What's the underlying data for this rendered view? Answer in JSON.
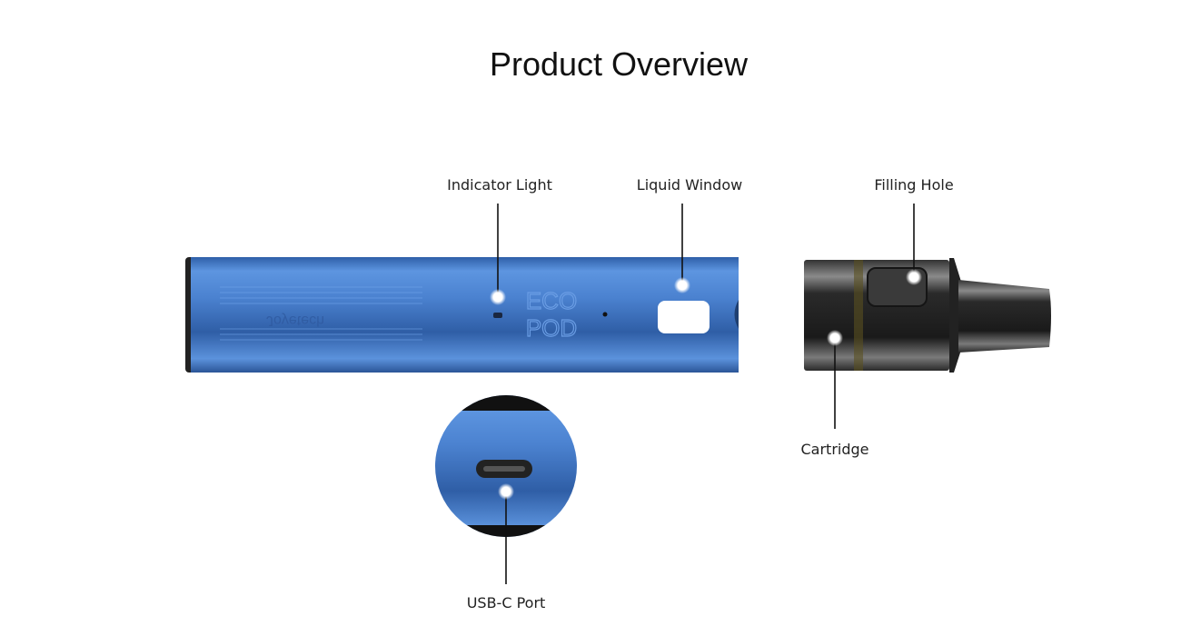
{
  "title": "Product Overview",
  "labels": {
    "indicator_light": "Indicator Light",
    "liquid_window": "Liquid Window",
    "filling_hole": "Filling Hole",
    "cartridge": "Cartridge",
    "usb_c_port": "USB-C Port"
  },
  "logos": {
    "brand": "Joyetech",
    "model_line1": "ECO",
    "model_line2": "POD"
  },
  "colors": {
    "body_blue": "#3f78c8",
    "cartridge_dark": "#1c1c1c",
    "callout_line": "#111111"
  }
}
